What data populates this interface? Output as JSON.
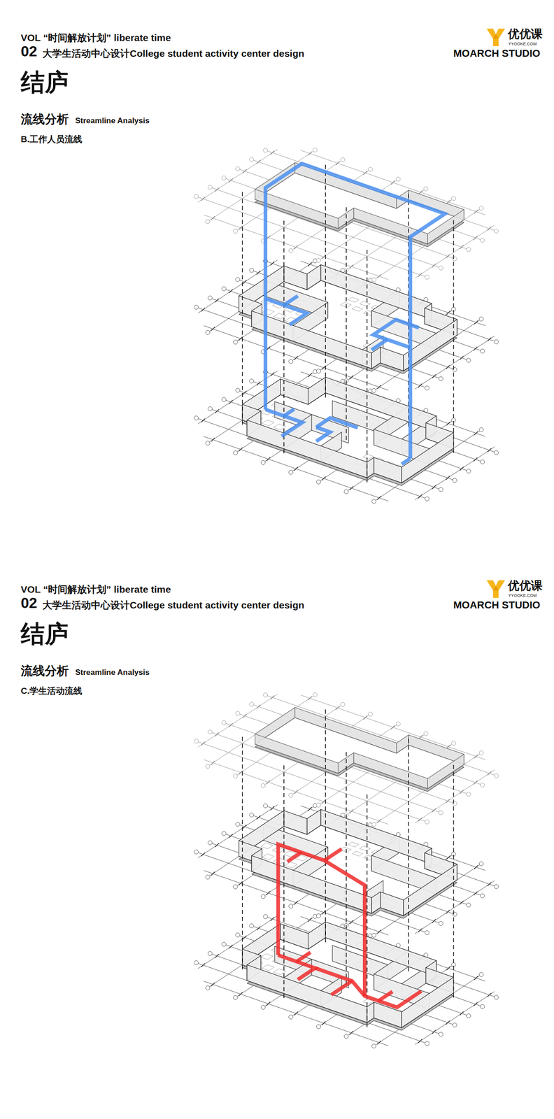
{
  "diagram": {
    "labels": [
      "VOL “时间解放计划” liberate time",
      "02",
      "大学生活动中心设计College student activity center design",
      "优优课",
      "YYOOKE.COM",
      "MOARCH STUDIO",
      "结庐",
      "流线分析",
      "Streamline Analysis",
      "B.工作人员流线",
      "VOL “时间解放计划” liberate time",
      "02",
      "大学生活动中心设计College student activity center design",
      "优优课",
      "YYOOKE.COM",
      "MOARCH STUDIO",
      "结庐",
      "流线分析",
      "Streamline Analysis",
      "C.学生活动流线"
    ]
  }
}
